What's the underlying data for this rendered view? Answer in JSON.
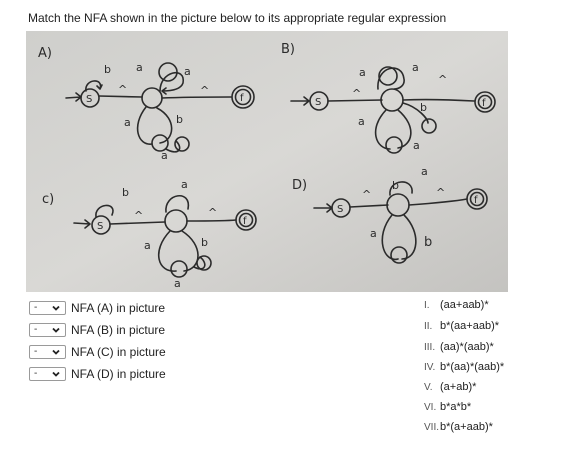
{
  "question": {
    "prompt": "Match the NFA shown in the picture below to its appropriate regular expression"
  },
  "picture": {
    "panels": [
      {
        "id": "A",
        "tag": "A)"
      },
      {
        "id": "B",
        "tag": "B)"
      },
      {
        "id": "C",
        "tag": "c)"
      },
      {
        "id": "D",
        "tag": "D)"
      }
    ],
    "state_labels": {
      "start": "S",
      "final": "f"
    },
    "edge_labels": {
      "a": "a",
      "b": "b",
      "lambda": "^"
    }
  },
  "matches": [
    {
      "select_value": "-",
      "label": "NFA (A) in picture"
    },
    {
      "select_value": "-",
      "label": "NFA (B) in picture"
    },
    {
      "select_value": "-",
      "label": "NFA (C) in picture"
    },
    {
      "select_value": "-",
      "label": "NFA (D) in picture"
    }
  ],
  "options": [
    {
      "numeral": "I.",
      "expr": "(aa+aab)*"
    },
    {
      "numeral": "II.",
      "expr": "b*(aa+aab)*"
    },
    {
      "numeral": "III.",
      "expr": "(aa)*(aab)*"
    },
    {
      "numeral": "IV.",
      "expr": "b*(aa)*(aab)*"
    },
    {
      "numeral": "V.",
      "expr": "(a+ab)*"
    },
    {
      "numeral": "VI.",
      "expr": "b*a*b*"
    },
    {
      "numeral": "VII.",
      "expr": "b*(a+aab)*"
    }
  ]
}
